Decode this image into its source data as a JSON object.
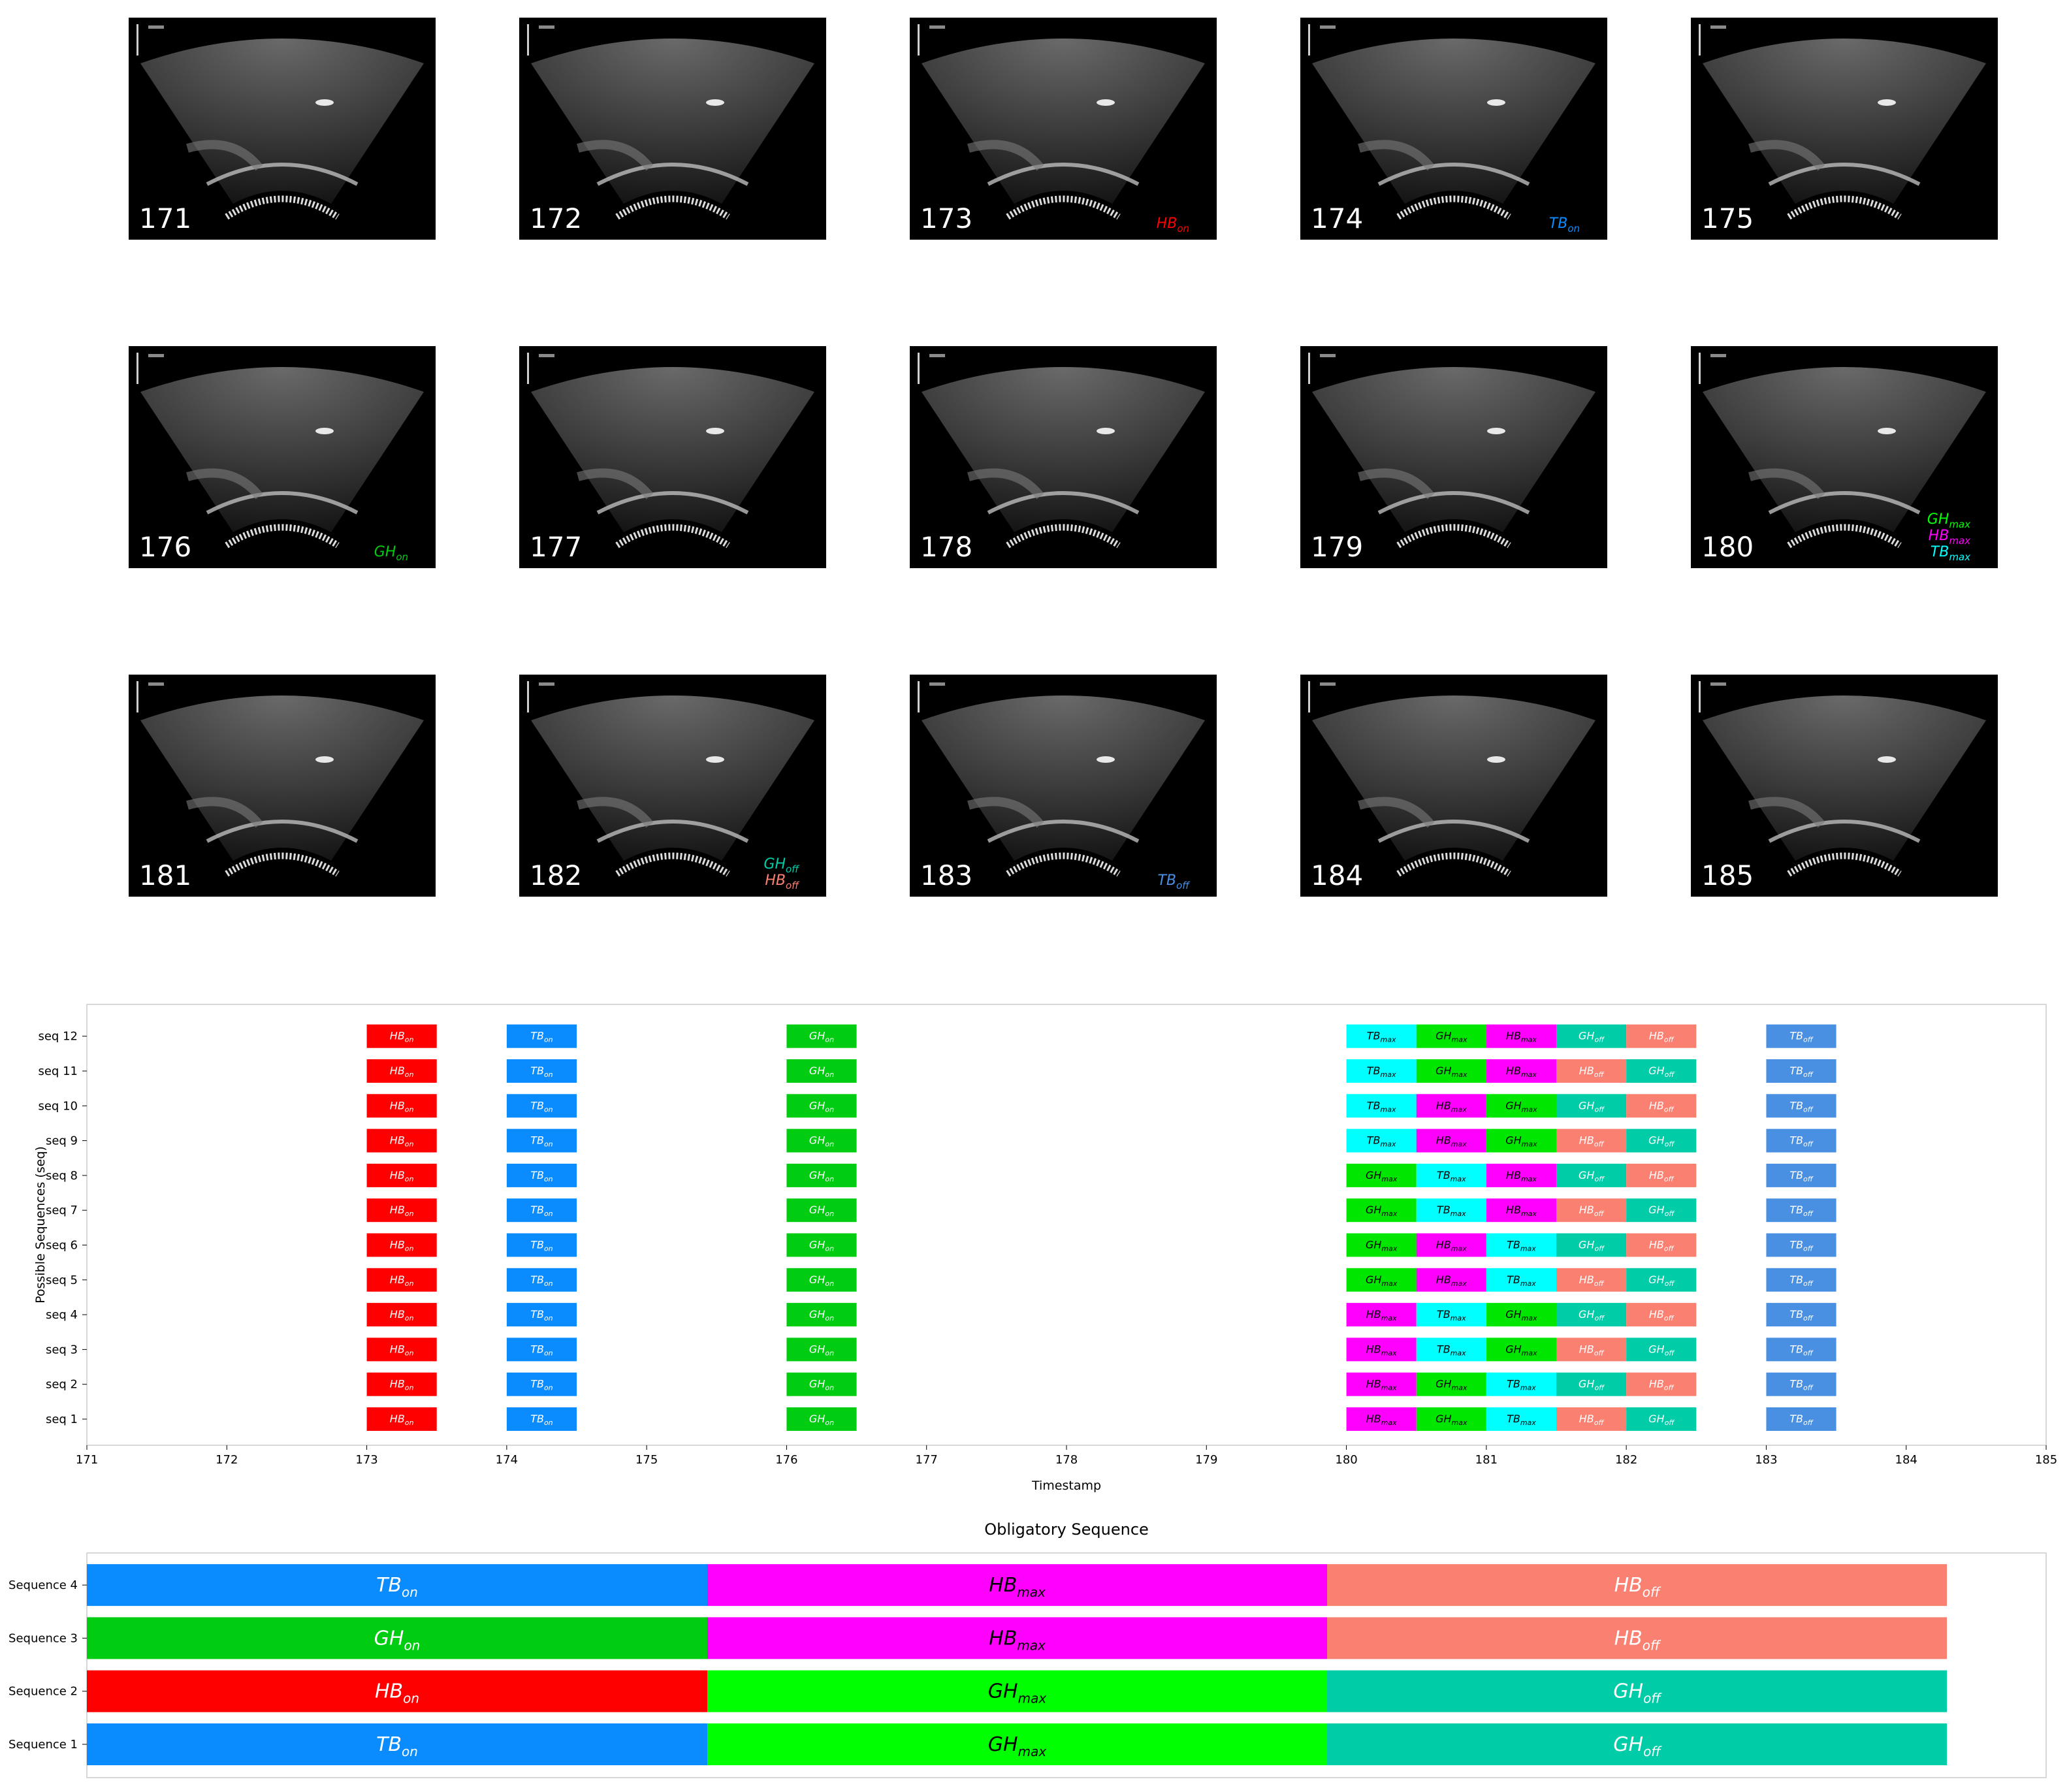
{
  "frames": [
    {
      "num": "171",
      "labels": []
    },
    {
      "num": "172",
      "labels": []
    },
    {
      "num": "173",
      "labels": [
        {
          "base": "HB",
          "sub": "on",
          "color": "#ff0000"
        }
      ]
    },
    {
      "num": "174",
      "labels": [
        {
          "base": "TB",
          "sub": "on",
          "color": "#0a8cff"
        }
      ]
    },
    {
      "num": "175",
      "labels": []
    },
    {
      "num": "176",
      "labels": [
        {
          "base": "GH",
          "sub": "on",
          "color": "#00cc11"
        }
      ]
    },
    {
      "num": "177",
      "labels": []
    },
    {
      "num": "178",
      "labels": []
    },
    {
      "num": "179",
      "labels": []
    },
    {
      "num": "180",
      "labels": [
        {
          "base": "GH",
          "sub": "max",
          "color": "#00ff00"
        },
        {
          "base": "HB",
          "sub": "max",
          "color": "#ff00ff"
        },
        {
          "base": "TB",
          "sub": "max",
          "color": "#00ffff"
        }
      ]
    },
    {
      "num": "181",
      "labels": []
    },
    {
      "num": "182",
      "labels": [
        {
          "base": "GH",
          "sub": "off",
          "color": "#00cca8"
        },
        {
          "base": "HB",
          "sub": "off",
          "color": "#fa8072"
        }
      ]
    },
    {
      "num": "183",
      "labels": [
        {
          "base": "TB",
          "sub": "off",
          "color": "#4a90e2"
        }
      ]
    },
    {
      "num": "184",
      "labels": []
    },
    {
      "num": "185",
      "labels": []
    }
  ],
  "chart_data": [
    {
      "type": "bar",
      "orientation": "horizontal-timeline",
      "title": "",
      "xlabel": "Timestamp",
      "ylabel": "Possible Sequences (seq)",
      "xlim": [
        171,
        185
      ],
      "xticks": [
        171,
        172,
        173,
        174,
        175,
        176,
        177,
        178,
        179,
        180,
        181,
        182,
        183,
        184,
        185
      ],
      "categories": [
        "seq 1",
        "seq 2",
        "seq 3",
        "seq 4",
        "seq 5",
        "seq 6",
        "seq 7",
        "seq 8",
        "seq 9",
        "seq 10",
        "seq 11",
        "seq 12"
      ],
      "grid": false,
      "event_colors": {
        "HB_on": "#ff0000",
        "TB_on": "#0a8cff",
        "GH_on": "#00cc11",
        "TB_max": "#00ffff",
        "GH_max": "#00e600",
        "HB_max": "#ff00ff",
        "GH_off": "#00cca8",
        "HB_off": "#fa8072",
        "TB_off": "#4a90e2"
      },
      "common_events": [
        {
          "event": "HB_on",
          "start": 173,
          "end": 173.5
        },
        {
          "event": "TB_on",
          "start": 174,
          "end": 174.5
        },
        {
          "event": "GH_on",
          "start": 176,
          "end": 176.5
        },
        {
          "event": "TB_off",
          "start": 183,
          "end": 183.5
        }
      ],
      "block_start": 180,
      "block_width": 0.5,
      "rows": [
        {
          "name": "seq 1",
          "order": [
            "HB_max",
            "GH_max",
            "TB_max",
            "HB_off",
            "GH_off"
          ]
        },
        {
          "name": "seq 2",
          "order": [
            "HB_max",
            "GH_max",
            "TB_max",
            "GH_off",
            "HB_off"
          ]
        },
        {
          "name": "seq 3",
          "order": [
            "HB_max",
            "TB_max",
            "GH_max",
            "HB_off",
            "GH_off"
          ]
        },
        {
          "name": "seq 4",
          "order": [
            "HB_max",
            "TB_max",
            "GH_max",
            "GH_off",
            "HB_off"
          ]
        },
        {
          "name": "seq 5",
          "order": [
            "GH_max",
            "HB_max",
            "TB_max",
            "HB_off",
            "GH_off"
          ]
        },
        {
          "name": "seq 6",
          "order": [
            "GH_max",
            "HB_max",
            "TB_max",
            "GH_off",
            "HB_off"
          ]
        },
        {
          "name": "seq 7",
          "order": [
            "GH_max",
            "TB_max",
            "HB_max",
            "HB_off",
            "GH_off"
          ]
        },
        {
          "name": "seq 8",
          "order": [
            "GH_max",
            "TB_max",
            "HB_max",
            "GH_off",
            "HB_off"
          ]
        },
        {
          "name": "seq 9",
          "order": [
            "TB_max",
            "HB_max",
            "GH_max",
            "HB_off",
            "GH_off"
          ]
        },
        {
          "name": "seq 10",
          "order": [
            "TB_max",
            "HB_max",
            "GH_max",
            "GH_off",
            "HB_off"
          ]
        },
        {
          "name": "seq 11",
          "order": [
            "TB_max",
            "GH_max",
            "HB_max",
            "HB_off",
            "GH_off"
          ]
        },
        {
          "name": "seq 12",
          "order": [
            "TB_max",
            "GH_max",
            "HB_max",
            "GH_off",
            "HB_off"
          ]
        }
      ]
    },
    {
      "type": "bar",
      "orientation": "horizontal-stacked",
      "title": "Obligatory Sequence",
      "xlabel": "",
      "ylabel": "",
      "categories": [
        "Sequence 1",
        "Sequence 2",
        "Sequence 3",
        "Sequence 4"
      ],
      "rows": [
        {
          "name": "Sequence 1",
          "order": [
            "TB_on",
            "GH_max",
            "GH_off"
          ]
        },
        {
          "name": "Sequence 2",
          "order": [
            "HB_on",
            "GH_max",
            "GH_off"
          ]
        },
        {
          "name": "Sequence 3",
          "order": [
            "GH_on",
            "HB_max",
            "HB_off"
          ]
        },
        {
          "name": "Sequence 4",
          "order": [
            "TB_on",
            "HB_max",
            "HB_off"
          ]
        }
      ],
      "event_colors": {
        "TB_on": "#0a8cff",
        "HB_on": "#ff0000",
        "GH_on": "#00cc11",
        "GH_max": "#00ff00",
        "HB_max": "#ff00ff",
        "GH_off": "#00cca8",
        "HB_off": "#fa8072"
      }
    }
  ]
}
